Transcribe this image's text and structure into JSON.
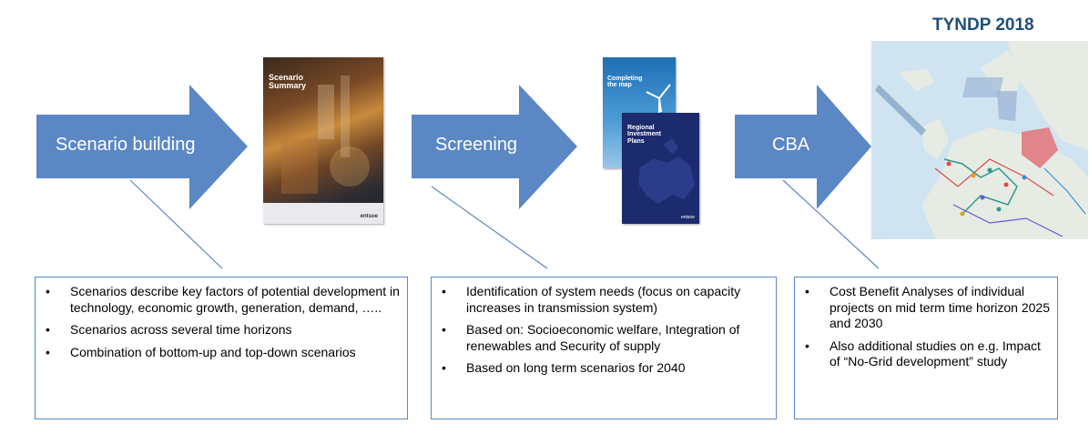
{
  "header": {
    "title": "TYNDP 2018"
  },
  "stages": [
    {
      "label": "Scenario building"
    },
    {
      "label": "Screening"
    },
    {
      "label": "CBA"
    }
  ],
  "covers": {
    "scenario": {
      "title_lines": [
        "Scenario",
        "Summary"
      ],
      "brand": "entsoe"
    },
    "map_doc": {
      "title_lines": [
        "Completing",
        "the map"
      ]
    },
    "regional": {
      "title_lines": [
        "Regional",
        "Investment",
        "Plans"
      ],
      "brand": "entsoe"
    }
  },
  "colors": {
    "arrow": "#5b87c5",
    "box_border": "#5b87c5",
    "title": "#1f4e79"
  },
  "boxes": [
    {
      "bullets": [
        "Scenarios describe key factors of potential development in technology, economic growth, generation, demand, …..",
        "Scenarios across several time horizons",
        "Combination of bottom-up and top-down scenarios"
      ]
    },
    {
      "bullets": [
        "Identification of system needs (focus on capacity increases in transmission system)",
        "Based on: Socioeconomic welfare, Integration of renewables and Security of supply",
        "Based on long term scenarios for 2040"
      ]
    },
    {
      "bullets": [
        "Cost Benefit Analyses of individual projects on mid term time horizon 2025 and 2030",
        "Also additional studies on e.g. Impact of “No-Grid development” study"
      ]
    }
  ]
}
